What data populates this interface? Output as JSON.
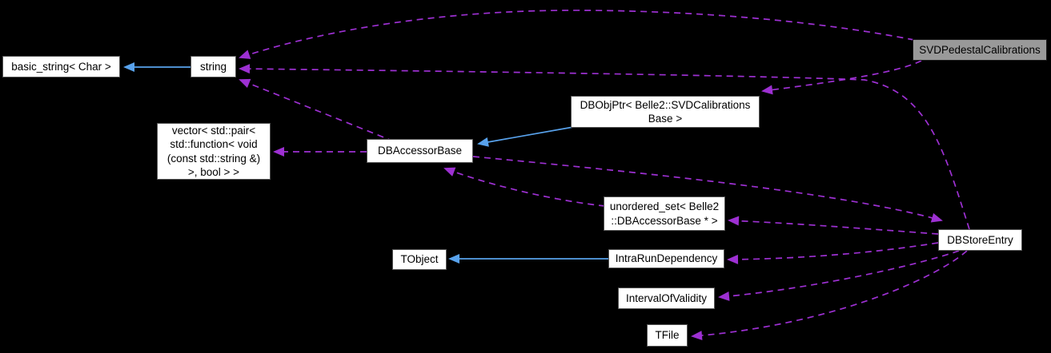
{
  "colors": {
    "background": "#000000",
    "node_fill": "#ffffff",
    "node_border": "#555555",
    "node_text": "#000000",
    "highlight_fill": "#999999",
    "highlight_border": "#1a1a1a",
    "usage_edge": "#9d30d2",
    "inheritance_edge": "#58a2ec"
  },
  "nodes": [
    {
      "id": "basic-string",
      "label": "basic_string< Char >"
    },
    {
      "id": "string",
      "label": "string"
    },
    {
      "id": "svdpedestal",
      "label": "SVDPedestalCalibrations",
      "highlighted": true
    },
    {
      "id": "dbobjptr",
      "label": [
        "DBObjPtr< Belle2::SVDCalibrations",
        "Base >"
      ]
    },
    {
      "id": "vector",
      "label": [
        "vector< std::pair<",
        "std::function< void",
        "(const std::string &)",
        ">, bool > >"
      ]
    },
    {
      "id": "dbaccessorbase",
      "label": "DBAccessorBase"
    },
    {
      "id": "unorderedset",
      "label": [
        "unordered_set< Belle2",
        "::DBAccessorBase * >"
      ]
    },
    {
      "id": "tobject",
      "label": "TObject"
    },
    {
      "id": "intrarun",
      "label": "IntraRunDependency"
    },
    {
      "id": "iov",
      "label": "IntervalOfValidity"
    },
    {
      "id": "tfile",
      "label": "TFile"
    },
    {
      "id": "dbstoreentry",
      "label": "DBStoreEntry"
    }
  ],
  "edges": [
    {
      "from": "string",
      "to": "basic_string< Char >",
      "relation": "inheritance"
    },
    {
      "from": "DBObjPtr< Belle2::SVDCalibrationsBase >",
      "to": "DBAccessorBase",
      "relation": "inheritance"
    },
    {
      "from": "IntraRunDependency",
      "to": "TObject",
      "relation": "inheritance"
    },
    {
      "from": "SVDPedestalCalibrations",
      "to": "string",
      "relation": "usage"
    },
    {
      "from": "DBStoreEntry",
      "to": "string",
      "relation": "usage"
    },
    {
      "from": "DBAccessorBase",
      "to": "string",
      "relation": "usage"
    },
    {
      "from": "SVDPedestalCalibrations",
      "to": "DBObjPtr< Belle2::SVDCalibrationsBase >",
      "relation": "usage"
    },
    {
      "from": "DBAccessorBase",
      "to": "vector< std::pair< std::function< void(const std::string &) >, bool > >",
      "relation": "usage"
    },
    {
      "from": "DBAccessorBase",
      "to": "DBStoreEntry",
      "relation": "usage"
    },
    {
      "from": "unordered_set< Belle2::DBAccessorBase * >",
      "to": "DBAccessorBase",
      "relation": "usage"
    },
    {
      "from": "DBStoreEntry",
      "to": "unordered_set< Belle2::DBAccessorBase * >",
      "relation": "usage"
    },
    {
      "from": "DBStoreEntry",
      "to": "IntraRunDependency",
      "relation": "usage"
    },
    {
      "from": "DBStoreEntry",
      "to": "IntervalOfValidity",
      "relation": "usage"
    },
    {
      "from": "DBStoreEntry",
      "to": "TFile",
      "relation": "usage"
    }
  ]
}
